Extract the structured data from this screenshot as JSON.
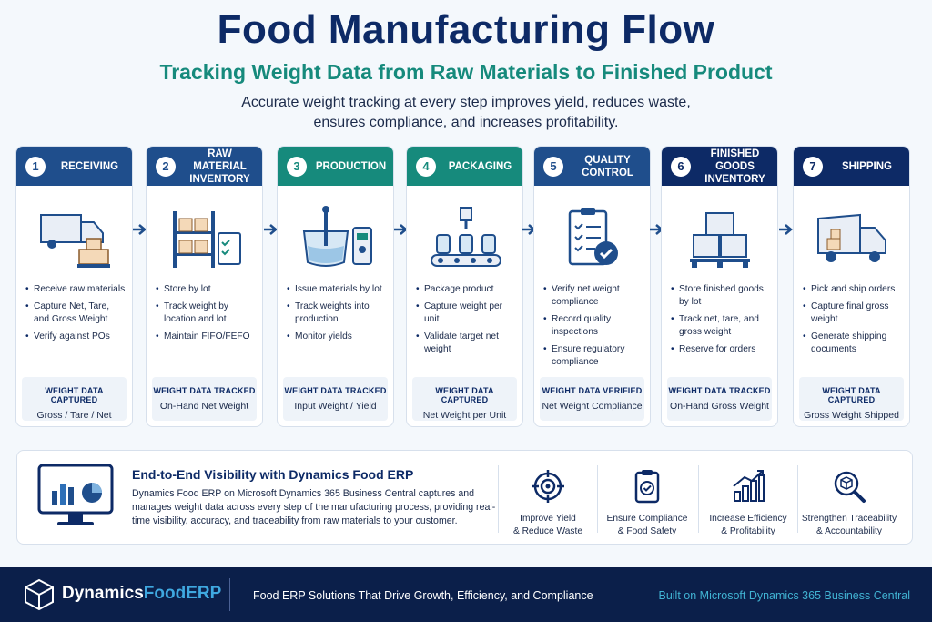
{
  "header": {
    "title": "Food Manufacturing Flow",
    "subtitle": "Tracking Weight Data from Raw Materials to Finished Product",
    "description_line1": "Accurate weight tracking at every step improves yield, reduces waste,",
    "description_line2": "ensures compliance, and increases profitability."
  },
  "colors": {
    "navy": "#0d2a66",
    "blue": "#1f4e8c",
    "teal": "#168a7c",
    "footer": "#0b1f4a"
  },
  "steps": [
    {
      "num": "1",
      "title_line1": "RECEIVING",
      "title_line2": "",
      "header_color": "#1f4e8c",
      "icon": "truck-icon",
      "bullets": [
        "Receive raw materials",
        "Capture Net, Tare, and Gross Weight",
        "Verify against POs"
      ],
      "weight_label": "WEIGHT DATA CAPTURED",
      "weight_value": "Gross / Tare / Net"
    },
    {
      "num": "2",
      "title_line1": "RAW MATERIAL",
      "title_line2": "INVENTORY",
      "header_color": "#1f4e8c",
      "icon": "shelves-icon",
      "bullets": [
        "Store by lot",
        "Track weight by location and lot",
        "Maintain FIFO/FEFO"
      ],
      "weight_label": "WEIGHT DATA TRACKED",
      "weight_value": "On-Hand Net Weight"
    },
    {
      "num": "3",
      "title_line1": "PRODUCTION",
      "title_line2": "",
      "header_color": "#168a7c",
      "icon": "mixer-icon",
      "bullets": [
        "Issue materials by lot",
        "Track weights into production",
        "Monitor yields"
      ],
      "weight_label": "WEIGHT DATA TRACKED",
      "weight_value": "Input Weight / Yield"
    },
    {
      "num": "4",
      "title_line1": "PACKAGING",
      "title_line2": "",
      "header_color": "#168a7c",
      "icon": "conveyor-icon",
      "bullets": [
        "Package product",
        "Capture weight per unit",
        "Validate target net weight"
      ],
      "weight_label": "WEIGHT DATA CAPTURED",
      "weight_value": "Net Weight per Unit"
    },
    {
      "num": "5",
      "title_line1": "QUALITY",
      "title_line2": "CONTROL",
      "header_color": "#1f4e8c",
      "icon": "checklist-icon",
      "bullets": [
        "Verify net weight compliance",
        "Record quality inspections",
        "Ensure regulatory compliance"
      ],
      "weight_label": "WEIGHT DATA VERIFIED",
      "weight_value": "Net Weight Compliance"
    },
    {
      "num": "6",
      "title_line1": "FINISHED GOODS",
      "title_line2": "INVENTORY",
      "header_color": "#0d2a66",
      "icon": "pallet-boxes-icon",
      "bullets": [
        "Store finished goods by lot",
        "Track net, tare, and gross weight",
        "Reserve for orders"
      ],
      "weight_label": "WEIGHT DATA TRACKED",
      "weight_value": "On-Hand Gross Weight"
    },
    {
      "num": "7",
      "title_line1": "SHIPPING",
      "title_line2": "",
      "header_color": "#0d2a66",
      "icon": "delivery-truck-icon",
      "bullets": [
        "Pick and ship orders",
        "Capture final gross weight",
        "Generate shipping documents"
      ],
      "weight_label": "WEIGHT DATA CAPTURED",
      "weight_value": "Gross Weight Shipped"
    }
  ],
  "visibility": {
    "title": "End-to-End Visibility with Dynamics Food ERP",
    "text": "Dynamics Food ERP on Microsoft Dynamics 365 Business Central captures and manages weight data across every step of the manufacturing process, providing real-time visibility, accuracy, and traceability from raw materials to your customer.",
    "benefits": [
      {
        "line1": "Improve Yield",
        "line2": "& Reduce Waste",
        "icon": "target-icon"
      },
      {
        "line1": "Ensure Compliance",
        "line2": "& Food Safety",
        "icon": "clipboard-check-icon"
      },
      {
        "line1": "Increase Efficiency",
        "line2": "& Profitability",
        "icon": "growth-chart-icon"
      },
      {
        "line1": "Strengthen Traceability",
        "line2": "& Accountability",
        "icon": "magnifier-box-icon"
      }
    ]
  },
  "footer": {
    "brand_main": "Dynamics",
    "brand_accent": "FoodERP",
    "tagline": "Food ERP Solutions That Drive Growth, Efficiency, and Compliance",
    "built_on": "Built on Microsoft Dynamics 365 Business Central"
  }
}
